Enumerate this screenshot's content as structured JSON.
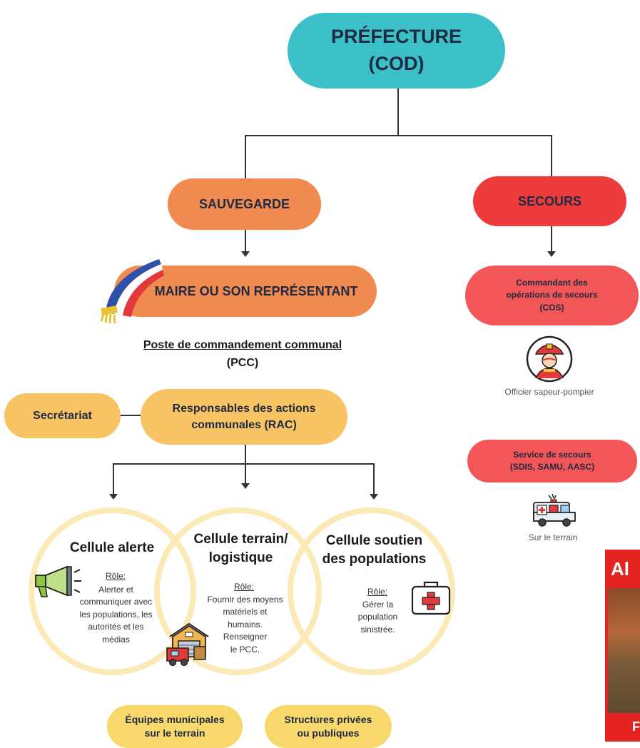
{
  "prefecture": {
    "line1": "PRÉFECTURE",
    "line2": "(COD)"
  },
  "sauvegarde": {
    "label": "SAUVEGARDE"
  },
  "secours": {
    "label": "SECOURS"
  },
  "maire": {
    "label": "MAIRE OU SON REPRÉSENTANT"
  },
  "pcc": {
    "line1": "Poste de commandement communal",
    "line2": "(PCC)"
  },
  "secretariat": {
    "label": "Secrétariat"
  },
  "rac": {
    "line1": "Responsables des actions",
    "line2": "communales (RAC)"
  },
  "cos": {
    "line1": "Commandant des",
    "line2": "opérations de secours",
    "line3": "(COS)"
  },
  "officier": {
    "caption": "Officier sapeur-pompier"
  },
  "service": {
    "line1": "Service de secours",
    "line2": "(SDIS, SAMU, AASC)"
  },
  "terrain": {
    "caption": "Sur le terrain"
  },
  "cells": [
    {
      "title1": "Cellule alerte",
      "title2": "",
      "role": "Rôle:",
      "text": [
        "Alerter et",
        "communiquer avec",
        "les populations, les",
        "autorités et les",
        "médias"
      ]
    },
    {
      "title1": "Cellule terrain/",
      "title2": "logistique",
      "role": "Rôle:",
      "text": [
        "Fournir des moyens",
        "matériels et",
        "humains.",
        "Renseigner",
        "le PCC."
      ]
    },
    {
      "title1": "Cellule soutien",
      "title2": "des populations",
      "role": "Rôle:",
      "text": [
        "Gérer la",
        "population",
        "sinistrée."
      ]
    }
  ],
  "bottom": {
    "equipes": {
      "line1": "Équipes municipales",
      "line2": "sur le terrain"
    },
    "structures": {
      "line1": "Structures privées",
      "line2": "ou publiques"
    }
  },
  "corner": {
    "text": "Al",
    "footer_letter": "F"
  },
  "colors": {
    "teal": "#3cc0c8",
    "orange": "#f08a50",
    "red": "#ee3b3b",
    "light_red": "#f25656",
    "yellow": "#f8c463",
    "pale_yellow": "#f9d86b",
    "circle_border": "#fbeab5",
    "banner_red": "#e52421"
  },
  "icons": [
    "flag-scarf-icon",
    "firefighter-icon",
    "ambulance-icon",
    "megaphone-icon",
    "warehouse-truck-icon",
    "first-aid-kit-icon"
  ]
}
